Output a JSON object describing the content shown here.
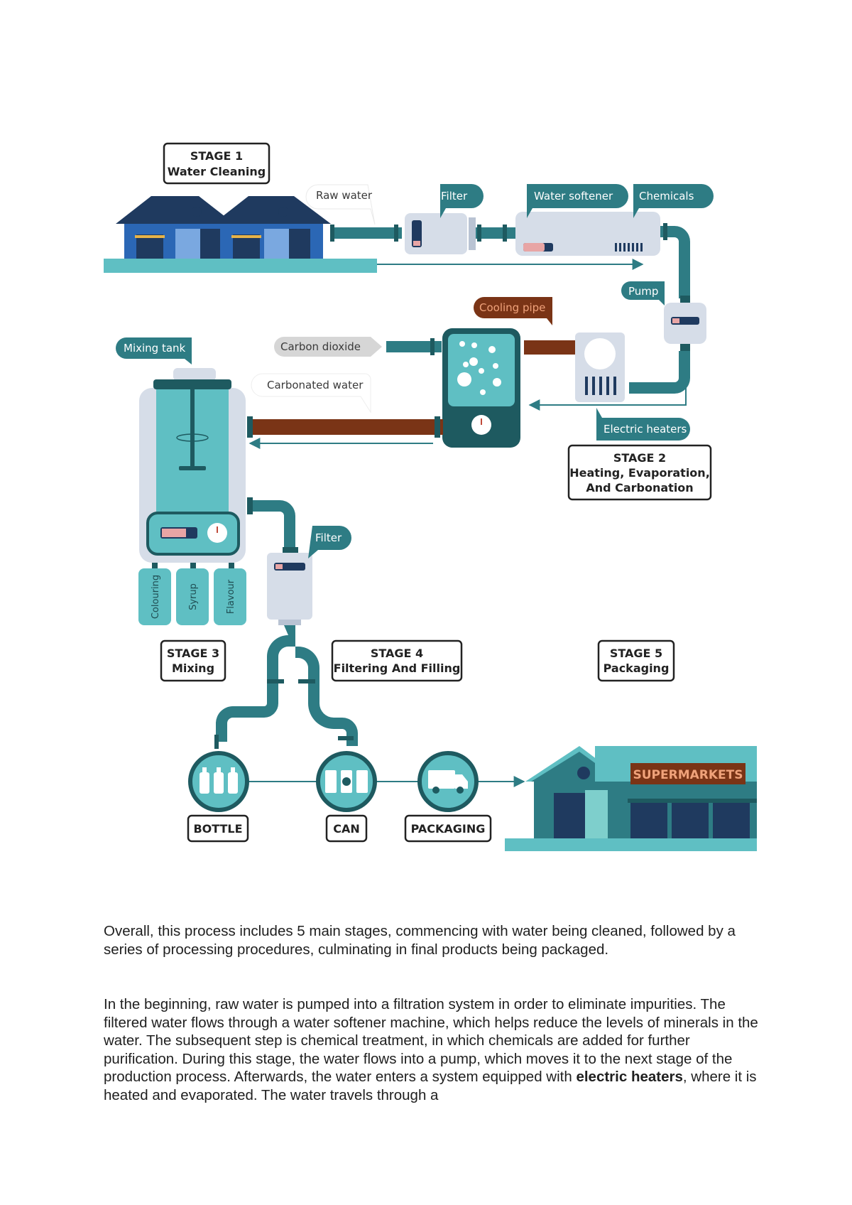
{
  "diagram": {
    "stages": [
      {
        "line1": "STAGE 1",
        "line2": "Water Cleaning"
      },
      {
        "line1": "STAGE 2",
        "line2": "Heating, Evaporation,",
        "line3": "And Carbonation"
      },
      {
        "line1": "STAGE 3",
        "line2": "Mixing"
      },
      {
        "line1": "STAGE 4",
        "line2": "Filtering And Filling"
      },
      {
        "line1": "STAGE 5",
        "line2": "Packaging"
      }
    ],
    "labels": {
      "raw_water": "Raw water",
      "filter_1": "Filter",
      "water_softener": "Water softener",
      "chemicals": "Chemicals",
      "pump": "Pump",
      "cooling_pipe": "Cooling pipe",
      "carbon_dioxide": "Carbon dioxide",
      "mixing_tank": "Mixing tank",
      "carbonated_water": "Carbonated water",
      "electric_heaters": "Electric heaters",
      "filter_2": "Filter"
    },
    "ingredients": [
      "Colouring",
      "Syrup",
      "Flavour"
    ],
    "products": {
      "bottle": "BOTTLE",
      "can": "CAN",
      "packaging": "PACKAGING"
    },
    "supermarket": "SUPERMARKETS",
    "colors": {
      "teal": "#2e7c84",
      "dark_teal": "#1e5a60",
      "navy": "#1f3a5f",
      "light_teal": "#7ecfcc",
      "rust": "#7a3416",
      "grey_panel": "#d6dde8"
    }
  },
  "text": {
    "para1": "Overall, this process includes 5 main stages, commencing with water being cleaned, followed by a series of processing procedures, culminating in final products being packaged.",
    "para2_a": "In the beginning, raw water is pumped into a filtration system in order to eliminate impurities. The filtered water flows through a water softener machine, which helps reduce the levels of minerals in the water. The subsequent step is chemical treatment, in which chemicals are added for further purification. During this stage, the water flows into a pump, which moves it to the next stage of the production process. Afterwards, the water enters a system equipped with ",
    "para2_bold": "electric heaters",
    "para2_b": ", where it is heated and evaporated. The water travels through a"
  }
}
